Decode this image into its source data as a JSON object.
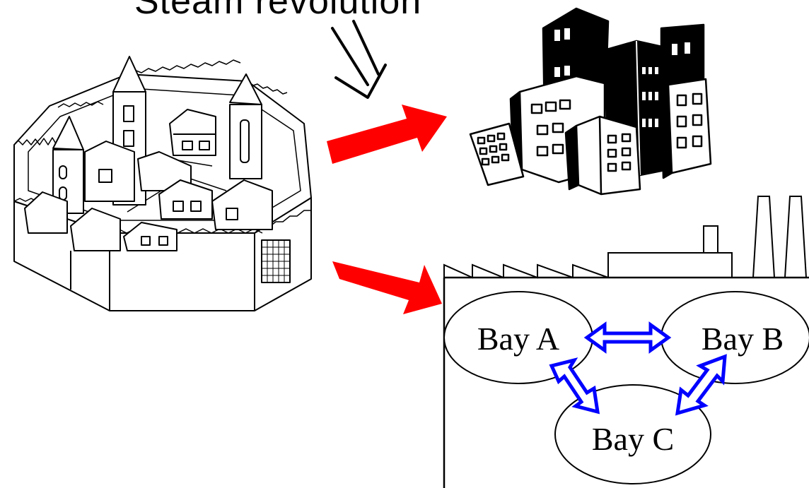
{
  "title": "Steam revolution",
  "bays": [
    {
      "id": "a",
      "label": "Bay A"
    },
    {
      "id": "b",
      "label": "Bay B"
    },
    {
      "id": "c",
      "label": "Bay C"
    }
  ],
  "colors": {
    "progress_arrow": "#ff0000",
    "bay_link": "#0000ff",
    "line": "#000000",
    "background": "#ffffff"
  },
  "icons": {
    "town": "walled-medieval-town",
    "city": "city-buildings",
    "factory": "factory"
  }
}
